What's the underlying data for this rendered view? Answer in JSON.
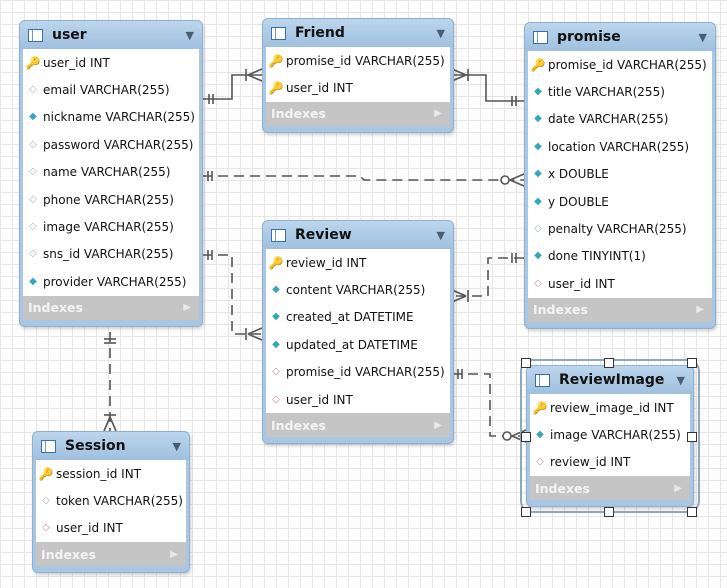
{
  "tables": {
    "user": {
      "name": "user",
      "columns": [
        {
          "label": "user_id INT",
          "icon": "primary-key-icon"
        },
        {
          "label": "email VARCHAR(255)",
          "icon": "nullable-diamond-icon"
        },
        {
          "label": "nickname VARCHAR(255)",
          "icon": "not-null-diamond-icon"
        },
        {
          "label": "password VARCHAR(255)",
          "icon": "nullable-diamond-icon"
        },
        {
          "label": "name VARCHAR(255)",
          "icon": "nullable-diamond-icon"
        },
        {
          "label": "phone VARCHAR(255)",
          "icon": "nullable-diamond-icon"
        },
        {
          "label": "image VARCHAR(255)",
          "icon": "nullable-diamond-icon"
        },
        {
          "label": "sns_id VARCHAR(255)",
          "icon": "nullable-diamond-icon"
        },
        {
          "label": "provider VARCHAR(255)",
          "icon": "not-null-diamond-icon"
        }
      ],
      "indexes_label": "Indexes"
    },
    "friend": {
      "name": "Friend",
      "columns": [
        {
          "label": "promise_id VARCHAR(255)",
          "icon": "foreign-primary-key-icon"
        },
        {
          "label": "user_id INT",
          "icon": "foreign-primary-key-icon"
        }
      ],
      "indexes_label": "Indexes"
    },
    "promise": {
      "name": "promise",
      "columns": [
        {
          "label": "promise_id VARCHAR(255)",
          "icon": "primary-key-icon"
        },
        {
          "label": "title VARCHAR(255)",
          "icon": "not-null-diamond-icon"
        },
        {
          "label": "date VARCHAR(255)",
          "icon": "not-null-diamond-icon"
        },
        {
          "label": "location VARCHAR(255)",
          "icon": "not-null-diamond-icon"
        },
        {
          "label": "x DOUBLE",
          "icon": "not-null-diamond-icon"
        },
        {
          "label": "y DOUBLE",
          "icon": "not-null-diamond-icon"
        },
        {
          "label": "penalty VARCHAR(255)",
          "icon": "nullable-diamond-icon"
        },
        {
          "label": "done TINYINT(1)",
          "icon": "not-null-diamond-icon"
        },
        {
          "label": "user_id INT",
          "icon": "foreign-key-diamond-icon"
        }
      ],
      "indexes_label": "Indexes"
    },
    "review": {
      "name": "Review",
      "columns": [
        {
          "label": "review_id INT",
          "icon": "primary-key-icon"
        },
        {
          "label": "content VARCHAR(255)",
          "icon": "not-null-diamond-icon"
        },
        {
          "label": "created_at DATETIME",
          "icon": "not-null-diamond-icon"
        },
        {
          "label": "updated_at DATETIME",
          "icon": "not-null-diamond-icon"
        },
        {
          "label": "promise_id VARCHAR(255)",
          "icon": "foreign-key-diamond-icon"
        },
        {
          "label": "user_id INT",
          "icon": "foreign-key-diamond-icon"
        }
      ],
      "indexes_label": "Indexes"
    },
    "reviewimage": {
      "name": "ReviewImage",
      "columns": [
        {
          "label": "review_image_id INT",
          "icon": "primary-key-icon"
        },
        {
          "label": "image VARCHAR(255)",
          "icon": "not-null-diamond-icon"
        },
        {
          "label": "review_id INT",
          "icon": "foreign-key-diamond-icon"
        }
      ],
      "indexes_label": "Indexes"
    },
    "session": {
      "name": "Session",
      "columns": [
        {
          "label": "session_id INT",
          "icon": "primary-key-icon"
        },
        {
          "label": "token VARCHAR(255)",
          "icon": "nullable-diamond-icon"
        },
        {
          "label": "user_id INT",
          "icon": "foreign-key-diamond-icon"
        }
      ],
      "indexes_label": "Indexes"
    }
  },
  "colors": {
    "header": "#a9c7e2",
    "indexes_bar": "#c5c5c5",
    "line": "#555555"
  }
}
